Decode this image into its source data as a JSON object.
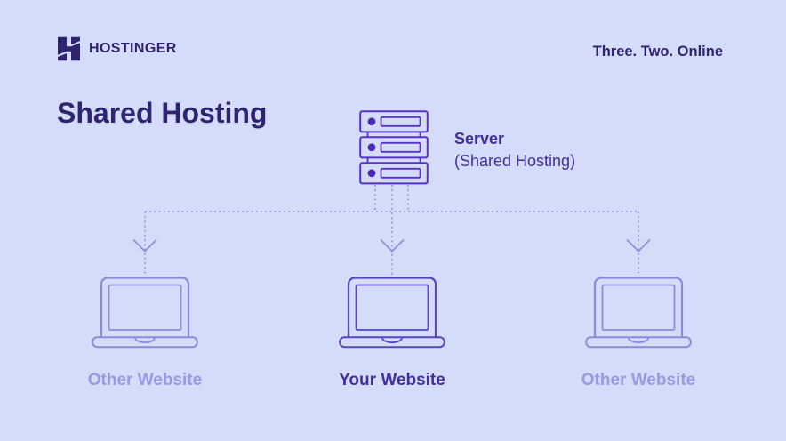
{
  "page": {
    "background": "#d5dcfa"
  },
  "header": {
    "brand": "HOSTINGER",
    "tagline": "Three. Two. Online"
  },
  "title": "Shared Hosting",
  "server": {
    "label": "Server",
    "sublabel": "(Shared Hosting)"
  },
  "websites": [
    {
      "label": "Other Website",
      "variant": "other"
    },
    {
      "label": "Your Website",
      "variant": "yours"
    },
    {
      "label": "Other Website",
      "variant": "other"
    }
  ],
  "colors": {
    "background": "#d5dcfa",
    "brand_dark": "#2f2470",
    "server_purple": "#5633c6",
    "server_dot": "#4a2ab8",
    "server_text": "#3d2d96",
    "connector": "#9499dc",
    "laptop_other": "#898dd8",
    "laptop_yours": "#5746bd",
    "label_other": "#959ae3",
    "label_yours": "#41309c"
  }
}
